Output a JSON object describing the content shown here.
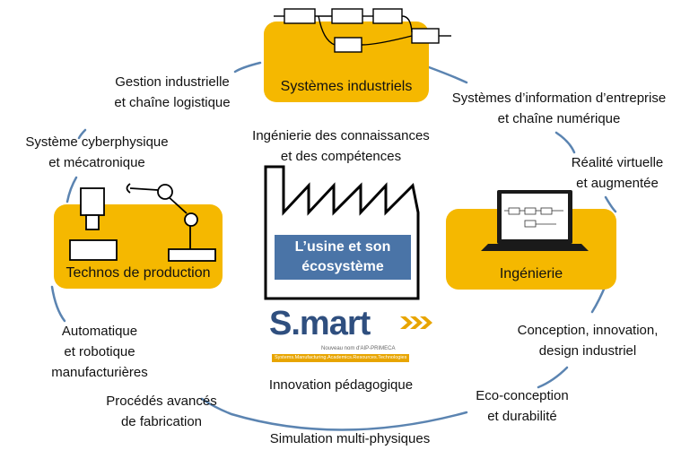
{
  "hubs": {
    "top": "Systèmes industriels",
    "left": "Technos de production",
    "right": "Ingénierie"
  },
  "center": {
    "factory_title": "L’usine et  son écosystème",
    "top_caption_1": "Ingénierie des connaissances",
    "top_caption_2": "et des compétences",
    "bottom_caption": "Innovation pédagogique"
  },
  "logo": {
    "word_s": "S",
    "word_rest": ".mart",
    "subtitle": "Nouveau nom d'AIP-PRIMECA",
    "tagline": "Systems.Manufacturing.Academics.Resources.Technologies"
  },
  "labels": {
    "gestion_1": "Gestion industrielle",
    "gestion_2": "et chaîne logistique",
    "systemes_info_1": "Systèmes d’information d’entreprise",
    "systemes_info_2": "et chaîne numérique",
    "cyber_1": "Système cyberphysique",
    "cyber_2": "et mécatronique",
    "realite_1": "Réalité virtuelle",
    "realite_2": "et augmentée",
    "auto_1": "Automatique",
    "auto_2": "et robotique",
    "auto_3": "manufacturières",
    "conception_1": "Conception, innovation,",
    "conception_2": "design industriel",
    "procedes_1": "Procédés avancés",
    "procedes_2": "de fabrication",
    "eco_1": "Eco-conception",
    "eco_2": "et durabilité",
    "simulation": "Simulation multi-physiques"
  },
  "colors": {
    "hub": "#f5b800",
    "ring": "#5b84b1",
    "box": "#4a74a7",
    "logo_blue": "#2f4f7f",
    "logo_orange": "#e8a500"
  }
}
